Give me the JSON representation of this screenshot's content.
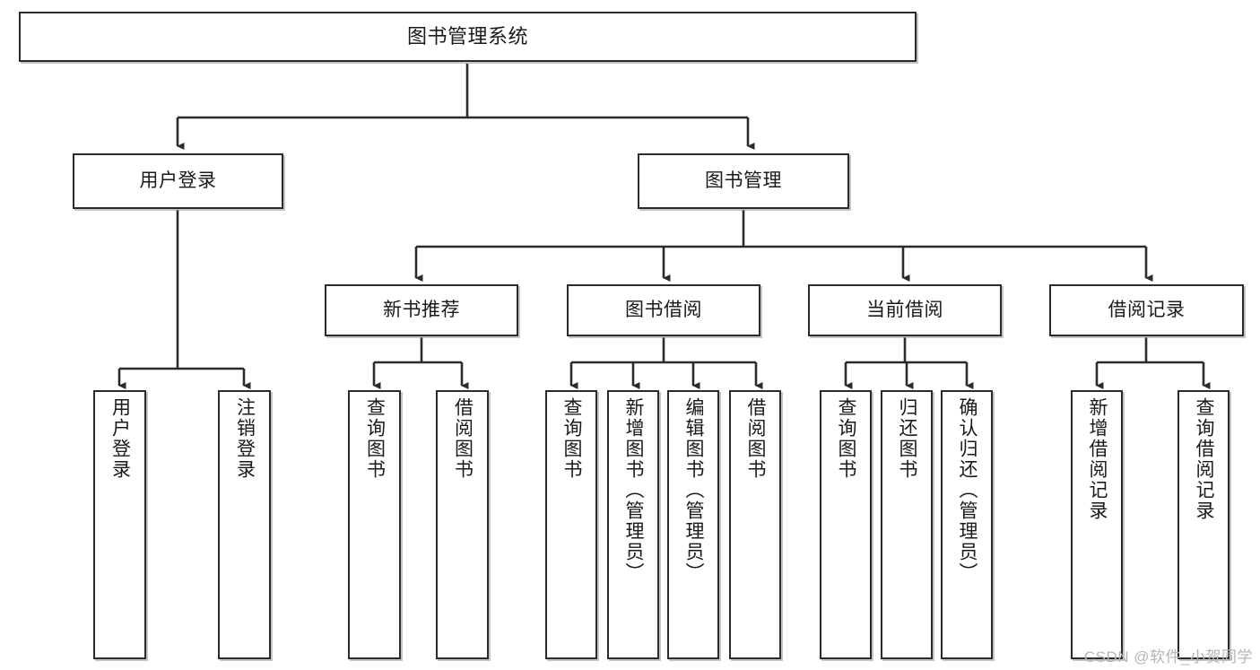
{
  "diagram": {
    "title": "图书管理系统",
    "type": "hierarchy-tree",
    "watermark": "CSDN @软件_小贺同学",
    "colors": {
      "box_border": "#2b2b2b",
      "box_fill": "#ffffff",
      "connector": "#2b2b2b",
      "watermark": "#b5b5b5"
    },
    "nodes": {
      "root": {
        "label": "图书管理系统"
      },
      "level2": [
        {
          "label": "用户登录"
        },
        {
          "label": "图书管理"
        }
      ],
      "level3": [
        {
          "label": "新书推荐"
        },
        {
          "label": "图书借阅"
        },
        {
          "label": "当前借阅"
        },
        {
          "label": "借阅记录"
        }
      ],
      "leaves_user_login": [
        {
          "label": "用户登录"
        },
        {
          "label": "注销登录"
        }
      ],
      "leaves_new_book": [
        {
          "label": "查询图书"
        },
        {
          "label": "借阅图书"
        }
      ],
      "leaves_borrow": [
        {
          "label": "查询图书"
        },
        {
          "label": "新增图书（管理员）"
        },
        {
          "label": "编辑图书（管理员）"
        },
        {
          "label": "借阅图书"
        }
      ],
      "leaves_current": [
        {
          "label": "查询图书"
        },
        {
          "label": "归还图书"
        },
        {
          "label": "确认归还（管理员）"
        }
      ],
      "leaves_records": [
        {
          "label": "新增借阅记录"
        },
        {
          "label": "查询借阅记录"
        }
      ]
    }
  }
}
